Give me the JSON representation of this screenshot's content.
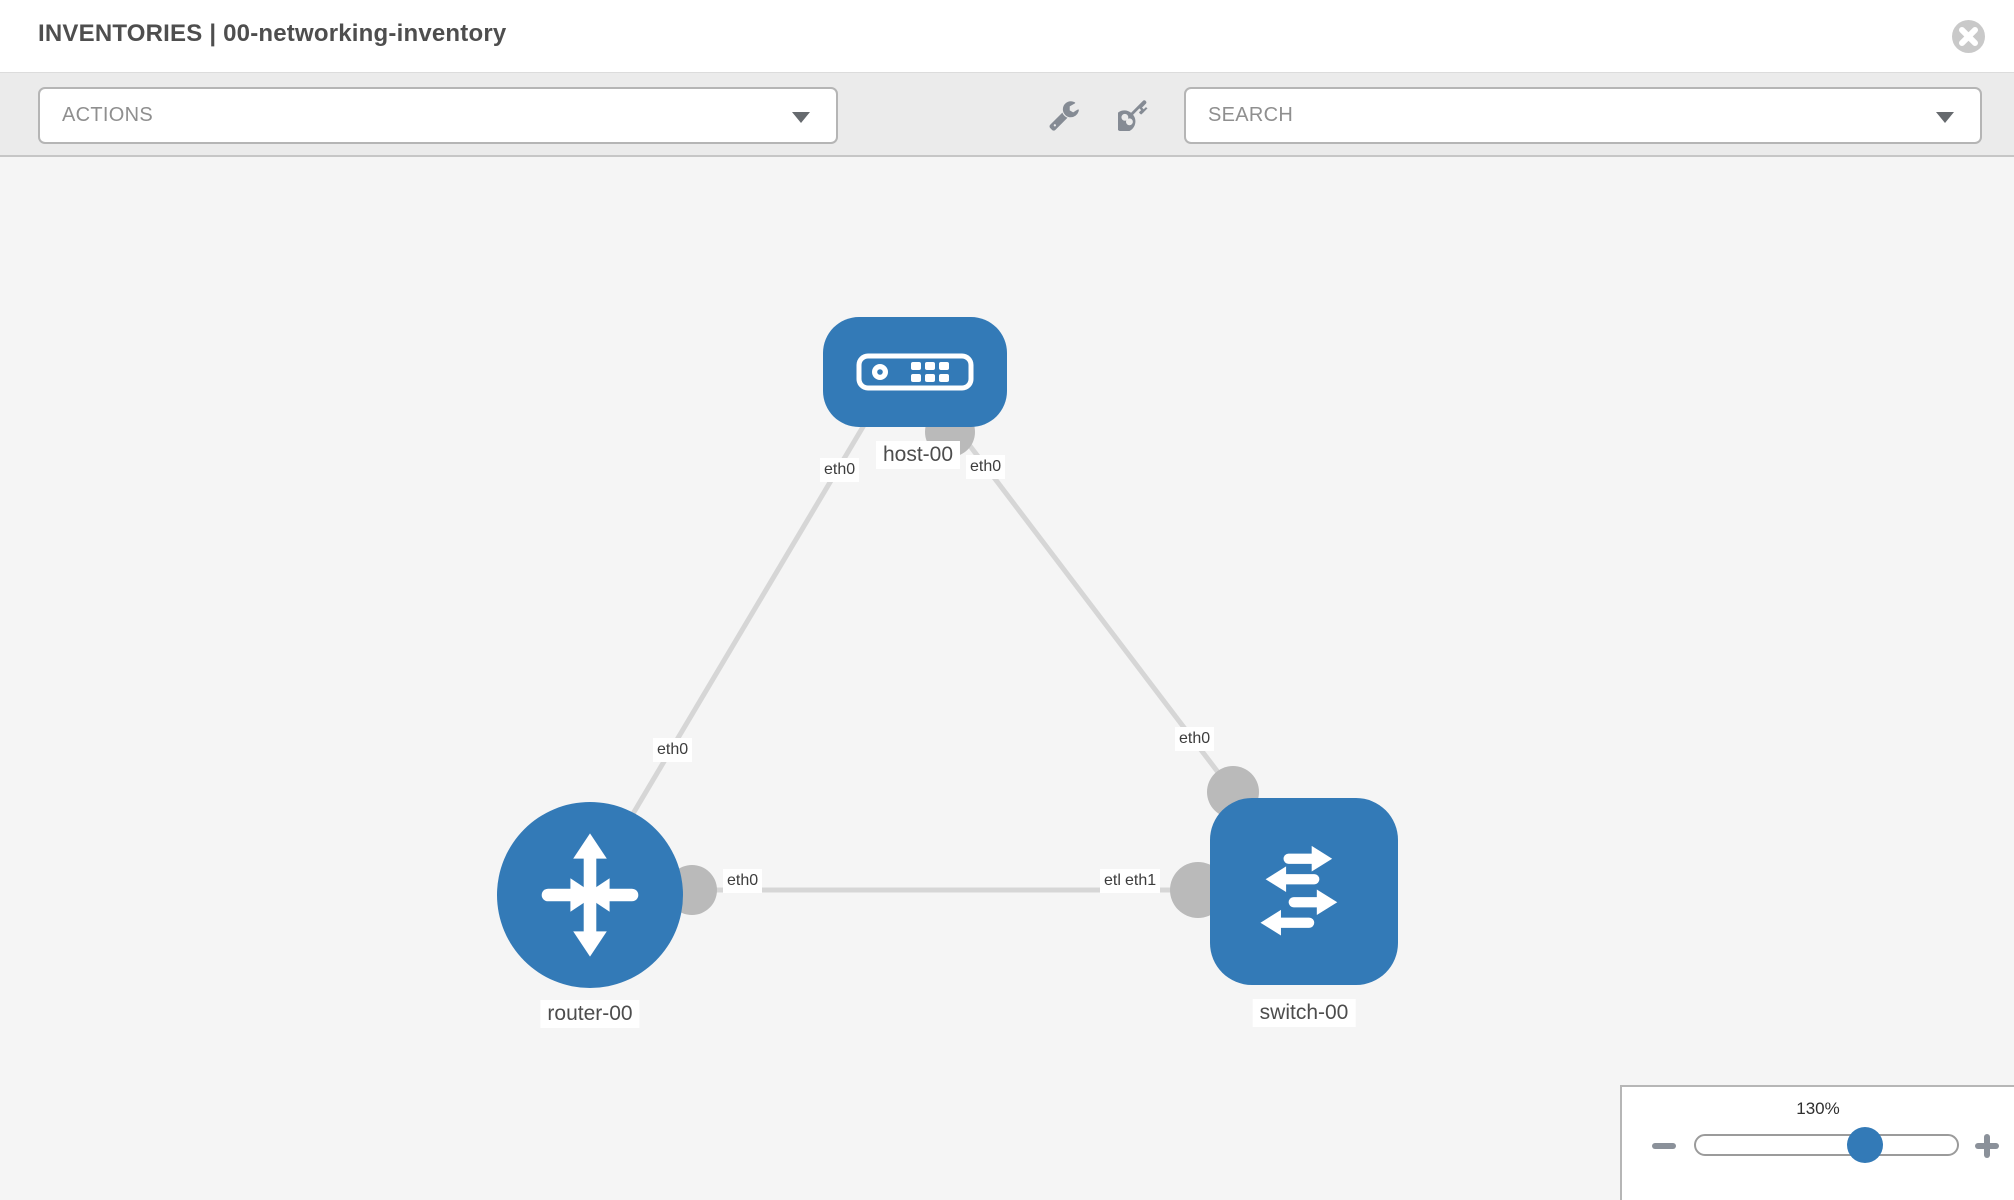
{
  "header": {
    "title": "INVENTORIES | 00-networking-inventory",
    "close_icon": "circle-x-icon"
  },
  "toolbar": {
    "actions_label": "ACTIONS",
    "search_label": "SEARCH",
    "icons": [
      "wrench-icon",
      "key-icon",
      "chevron-down-icon"
    ]
  },
  "topology": {
    "nodes": [
      {
        "id": "host-00",
        "type": "host",
        "label": "host-00",
        "icon": "server-icon"
      },
      {
        "id": "router-00",
        "type": "router",
        "label": "router-00",
        "icon": "router-arrows-icon"
      },
      {
        "id": "switch-00",
        "type": "switch",
        "label": "switch-00",
        "icon": "switch-arrows-icon"
      }
    ],
    "links": [
      {
        "from": "host-00",
        "from_interface": "eth0",
        "to": "router-00",
        "to_interface": "eth0"
      },
      {
        "from": "host-00",
        "from_interface": "eth0",
        "to": "switch-00",
        "to_interface": "eth0"
      },
      {
        "from": "router-00",
        "from_interface": "eth0",
        "to": "switch-00",
        "to_interface": "eth1"
      }
    ]
  },
  "interface_labels": [
    "eth0",
    "eth0",
    "eth0",
    "eth0",
    "eth0",
    "etl",
    "eth1"
  ],
  "zoom_control": {
    "value": "130%",
    "minus_icon": "minus-icon",
    "plus_icon": "plus-icon",
    "slider_position_pct": 65
  },
  "colors": {
    "node_blue": "#337ab7",
    "link_gray": "#d6d6d6",
    "port_gray": "#bababa",
    "canvas_bg": "#f5f5f5",
    "toolbar_bg": "#ebebeb"
  }
}
